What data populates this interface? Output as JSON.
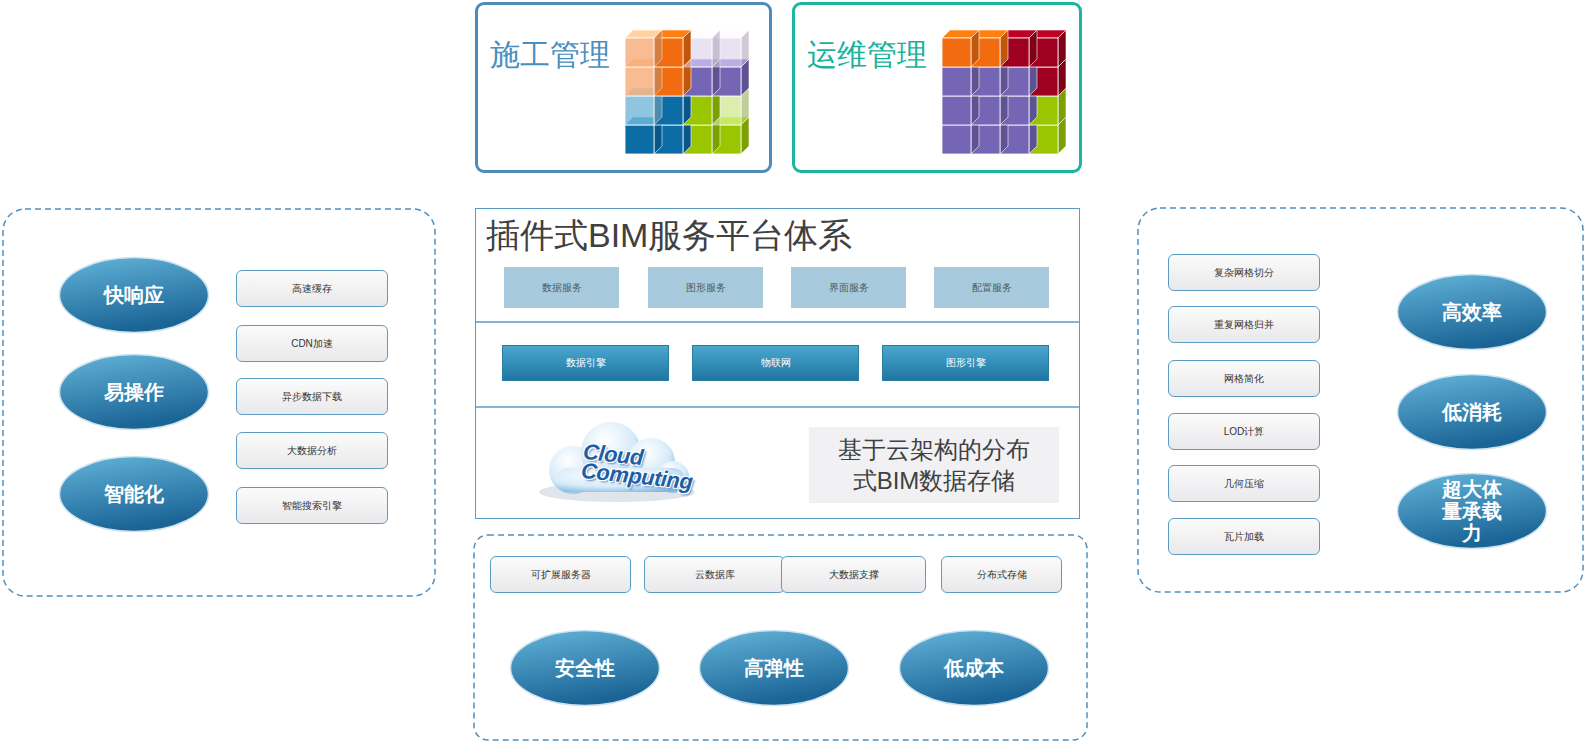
{
  "diagram": {
    "nodes": [
      {
        "text": [
          "施工管理"
        ]
      },
      {
        "text": [
          "运维管理"
        ]
      },
      {
        "text": [
          "快响应"
        ]
      },
      {
        "text": [
          "易操作"
        ]
      },
      {
        "text": [
          "智能化"
        ]
      },
      {
        "text": [
          "高速缓存"
        ]
      },
      {
        "text": [
          "CDN加速"
        ]
      },
      {
        "text": [
          "异步数据下载"
        ]
      },
      {
        "text": [
          "大数据分析"
        ]
      },
      {
        "text": [
          "智能搜索引擎"
        ]
      },
      {
        "text": [
          "插件式BIM服务平台体系"
        ]
      },
      {
        "text": [
          "数据服务"
        ],
        "in": 10
      },
      {
        "text": [
          "图形服务"
        ],
        "in": 10
      },
      {
        "text": [
          "界面服务"
        ],
        "in": 10
      },
      {
        "text": [
          "配置服务"
        ],
        "in": 10
      },
      {
        "text": [
          "数据引擎"
        ],
        "in": 10
      },
      {
        "text": [
          "物联网"
        ],
        "in": 10
      },
      {
        "text": [
          "图形引擎"
        ],
        "in": 10
      },
      {
        "text": [
          "基于云架构的分布式BIM数据存储"
        ],
        "in": 10
      },
      {
        "text": [
          "可扩展服务器"
        ]
      },
      {
        "text": [
          "云数据库"
        ]
      },
      {
        "text": [
          "大数据支撑"
        ]
      },
      {
        "text": [
          "分布式存储"
        ]
      },
      {
        "text": [
          "安全性"
        ]
      },
      {
        "text": [
          "高弹性"
        ]
      },
      {
        "text": [
          "低成本"
        ]
      },
      {
        "text": [
          "复杂网格切分"
        ]
      },
      {
        "text": [
          "重复网格归并"
        ]
      },
      {
        "text": [
          "网格简化"
        ]
      },
      {
        "text": [
          "LOD计算"
        ]
      },
      {
        "text": [
          "几何压缩"
        ]
      },
      {
        "text": [
          "瓦片加载"
        ]
      },
      {
        "text": [
          "高效率"
        ]
      },
      {
        "text": [
          "低消耗"
        ]
      },
      {
        "text": [
          "超大体量承载力"
        ]
      }
    ],
    "labels": [
      "Cloud Computing"
    ]
  }
}
